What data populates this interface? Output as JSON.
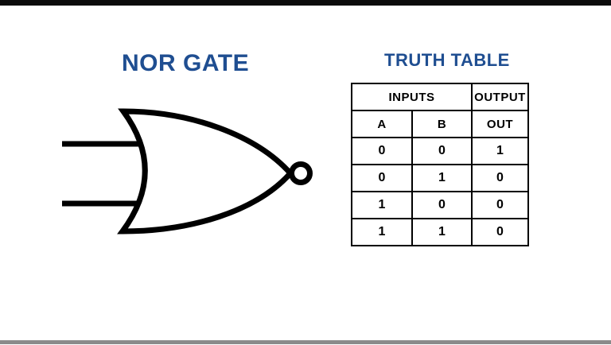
{
  "page": {
    "background_color": "#ffffff",
    "top_bar_color": "#0b0b0b",
    "bottom_bar_color": "#8a8a8a",
    "accent_blue": "#1f4e91",
    "line_color": "#000000"
  },
  "gate": {
    "title": "NOR GATE",
    "symbol": "nor-gate-with-inversion-bubble",
    "inputs_count": 2
  },
  "truth_table": {
    "title": "TRUTH TABLE",
    "group_headers": {
      "inputs": "INPUTS",
      "output": "OUTPUT"
    },
    "columns": [
      "A",
      "B",
      "OUT"
    ],
    "rows": [
      [
        "0",
        "0",
        "1"
      ],
      [
        "0",
        "1",
        "0"
      ],
      [
        "1",
        "0",
        "0"
      ],
      [
        "1",
        "1",
        "0"
      ]
    ]
  }
}
